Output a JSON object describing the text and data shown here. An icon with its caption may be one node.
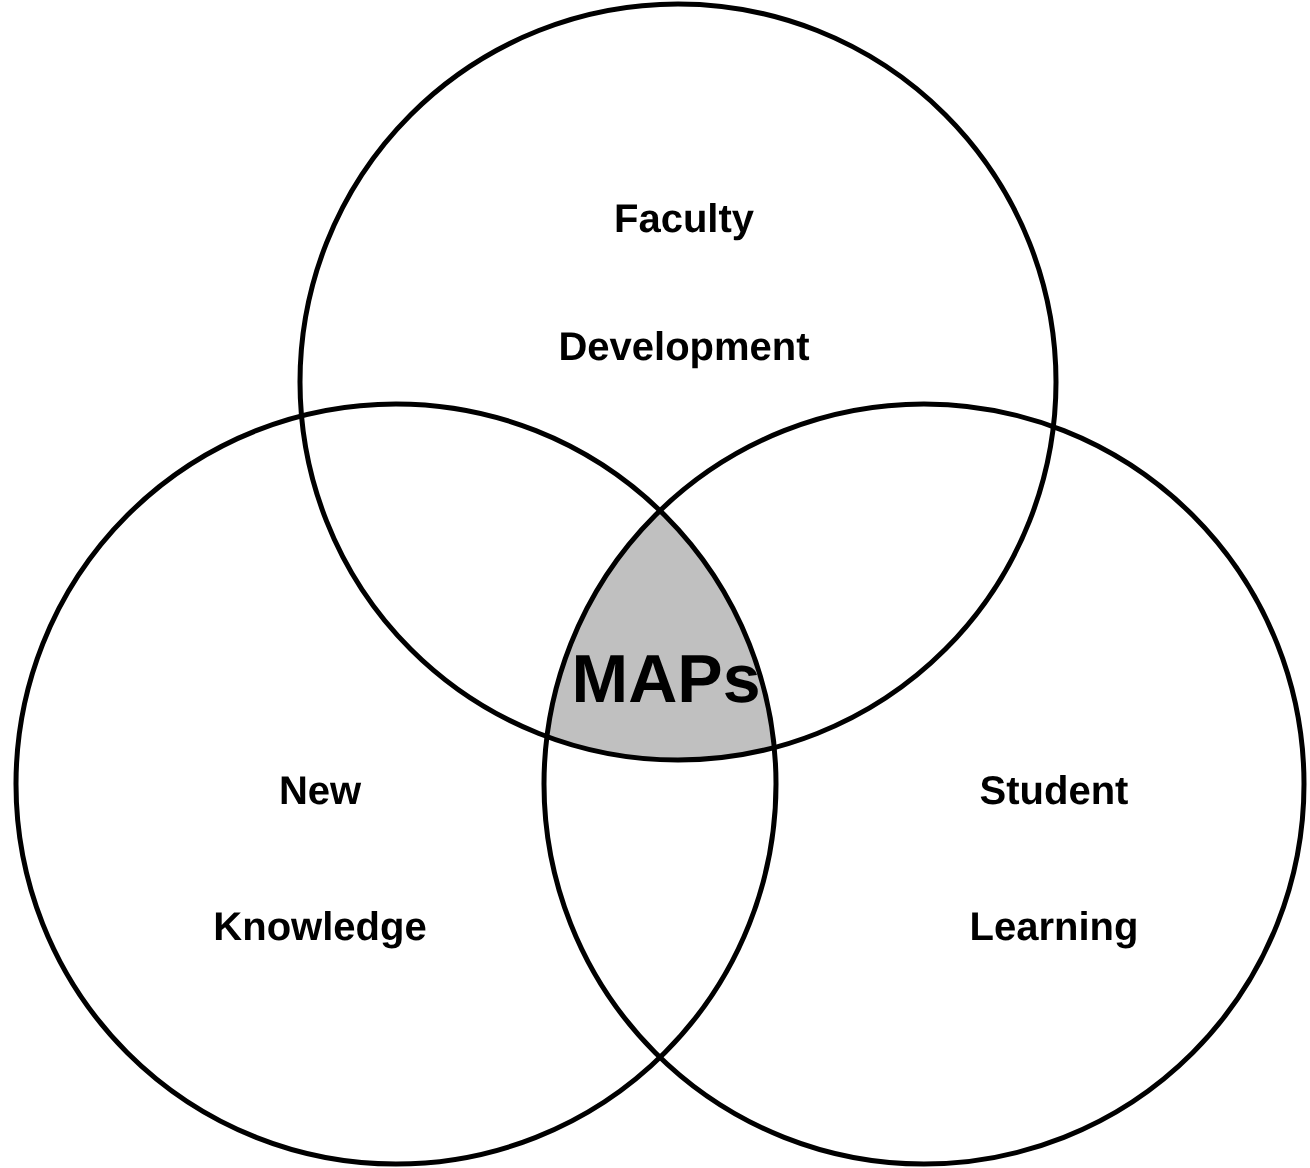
{
  "diagram": {
    "nodes": [
      {
        "text": [
          "Faculty Development"
        ]
      },
      {
        "text": [
          "New Knowledge"
        ]
      },
      {
        "text": [
          "Student Learning"
        ]
      },
      {
        "text": [
          "MAPs"
        ]
      }
    ],
    "edges": []
  }
}
